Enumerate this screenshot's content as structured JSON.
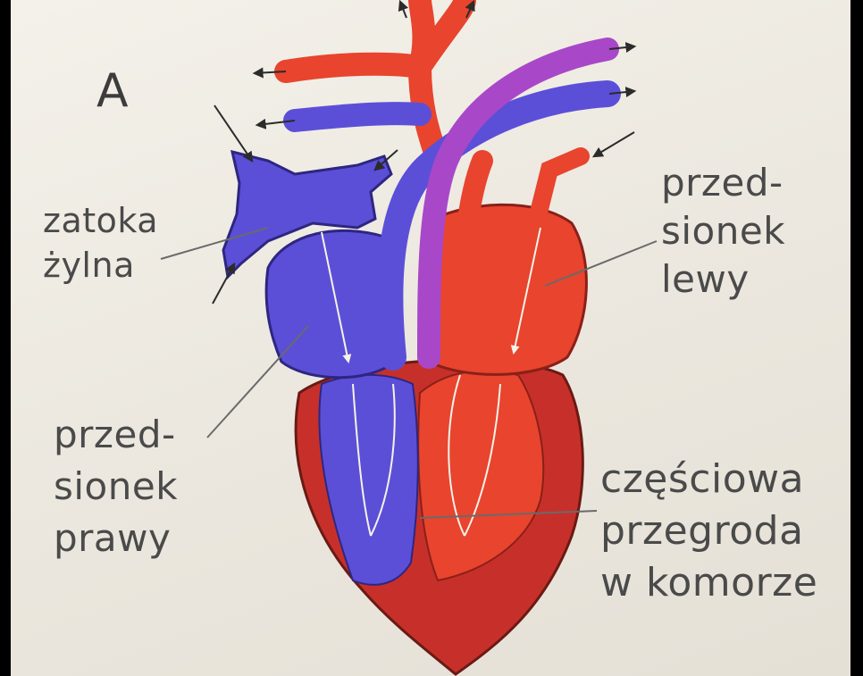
{
  "panel_letter": "A",
  "labels": {
    "sinus_venosus": "zatoka\nżylna",
    "left_atrium": "przed-\nsionek\nlewy",
    "right_atrium": "przed-\nsionek\nprawy",
    "ventricle_septum": "częściowa\nprzegroda\nw komorze"
  },
  "colors": {
    "background": "#000000",
    "paper": "#efece4",
    "oxygenated_blood": "#e8442e",
    "deoxygenated_blood": "#5b4fd8",
    "mixed_blood": "#a848c8",
    "ventricle_wall": "#c7302a",
    "leader_line": "#6a6a6a",
    "arrow": "#2b2b2b"
  }
}
